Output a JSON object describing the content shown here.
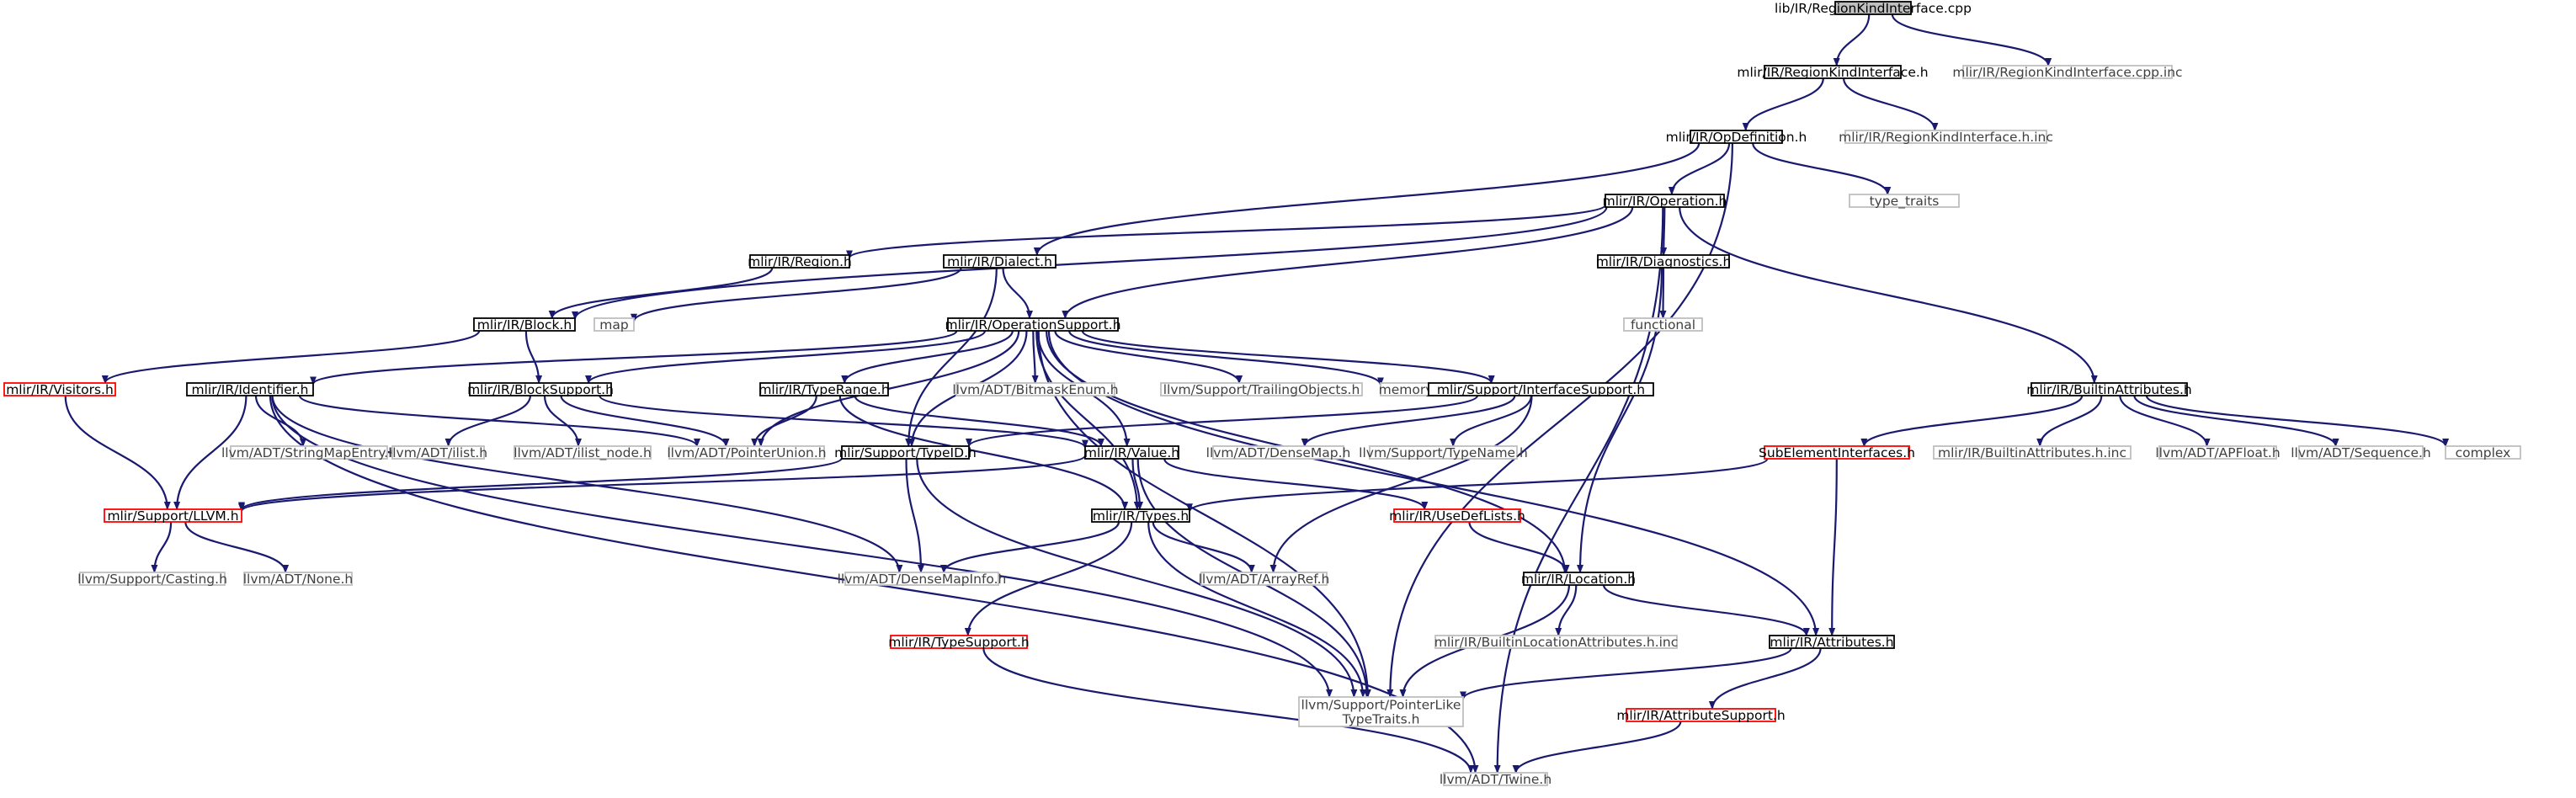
{
  "diagram": {
    "type": "include-dependency-graph",
    "colors": {
      "edge": "#191970",
      "root_fill": "#bfbfbf",
      "root_border": "#000000",
      "documented_border": "#000000",
      "truncated_border": "#ff0000",
      "external_border": "#bfbfbf",
      "external_text": "#404040",
      "text": "#000000"
    },
    "nodes": [
      {
        "id": "root",
        "label": "lib/IR/RegionKindInterface.cpp",
        "kind": "root"
      },
      {
        "id": "rki_h",
        "label": "mlir/IR/RegionKindInterface.h",
        "kind": "documented"
      },
      {
        "id": "rki_cpp_inc",
        "label": "mlir/IR/RegionKindInterface.cpp.inc",
        "kind": "external"
      },
      {
        "id": "opdef",
        "label": "mlir/IR/OpDefinition.h",
        "kind": "documented"
      },
      {
        "id": "rki_h_inc",
        "label": "mlir/IR/RegionKindInterface.h.inc",
        "kind": "external"
      },
      {
        "id": "operation",
        "label": "mlir/IR/Operation.h",
        "kind": "documented"
      },
      {
        "id": "type_traits",
        "label": "type_traits",
        "kind": "external"
      },
      {
        "id": "region",
        "label": "mlir/IR/Region.h",
        "kind": "documented"
      },
      {
        "id": "dialect",
        "label": "mlir/IR/Dialect.h",
        "kind": "documented"
      },
      {
        "id": "diagnostics",
        "label": "mlir/IR/Diagnostics.h",
        "kind": "documented"
      },
      {
        "id": "block",
        "label": "mlir/IR/Block.h",
        "kind": "documented"
      },
      {
        "id": "map",
        "label": "map",
        "kind": "external"
      },
      {
        "id": "opsupport",
        "label": "mlir/IR/OperationSupport.h",
        "kind": "documented"
      },
      {
        "id": "functional",
        "label": "functional",
        "kind": "external"
      },
      {
        "id": "visitors",
        "label": "mlir/IR/Visitors.h",
        "kind": "truncated"
      },
      {
        "id": "identifier",
        "label": "mlir/IR/Identifier.h",
        "kind": "documented"
      },
      {
        "id": "blocksupport",
        "label": "mlir/IR/BlockSupport.h",
        "kind": "documented"
      },
      {
        "id": "typerange",
        "label": "mlir/IR/TypeRange.h",
        "kind": "documented"
      },
      {
        "id": "bitmask",
        "label": "llvm/ADT/BitmaskEnum.h",
        "kind": "external"
      },
      {
        "id": "trailing",
        "label": "llvm/Support/TrailingObjects.h",
        "kind": "external"
      },
      {
        "id": "memory",
        "label": "memory",
        "kind": "external"
      },
      {
        "id": "ifacesupport",
        "label": "mlir/Support/InterfaceSupport.h",
        "kind": "documented"
      },
      {
        "id": "builtinattrs",
        "label": "mlir/IR/BuiltinAttributes.h",
        "kind": "documented"
      },
      {
        "id": "stringmapentry",
        "label": "llvm/ADT/StringMapEntry.h",
        "kind": "external"
      },
      {
        "id": "ilist",
        "label": "llvm/ADT/ilist.h",
        "kind": "external"
      },
      {
        "id": "ilistnode",
        "label": "llvm/ADT/ilist_node.h",
        "kind": "external"
      },
      {
        "id": "ptrunion",
        "label": "llvm/ADT/PointerUnion.h",
        "kind": "external"
      },
      {
        "id": "typeid",
        "label": "mlir/Support/TypeID.h",
        "kind": "documented"
      },
      {
        "id": "value",
        "label": "mlir/IR/Value.h",
        "kind": "documented"
      },
      {
        "id": "densemap",
        "label": "llvm/ADT/DenseMap.h",
        "kind": "external"
      },
      {
        "id": "typename",
        "label": "llvm/Support/TypeName.h",
        "kind": "external"
      },
      {
        "id": "subelem",
        "label": "SubElementInterfaces.h",
        "kind": "truncated"
      },
      {
        "id": "builtinattrs_inc",
        "label": "mlir/IR/BuiltinAttributes.h.inc",
        "kind": "external"
      },
      {
        "id": "apfloat",
        "label": "llvm/ADT/APFloat.h",
        "kind": "external"
      },
      {
        "id": "sequence",
        "label": "llvm/ADT/Sequence.h",
        "kind": "external"
      },
      {
        "id": "complex",
        "label": "complex",
        "kind": "external"
      },
      {
        "id": "llvm_h",
        "label": "mlir/Support/LLVM.h",
        "kind": "truncated"
      },
      {
        "id": "types",
        "label": "mlir/IR/Types.h",
        "kind": "documented"
      },
      {
        "id": "usedef",
        "label": "mlir/IR/UseDefLists.h",
        "kind": "truncated"
      },
      {
        "id": "casting",
        "label": "llvm/Support/Casting.h",
        "kind": "external"
      },
      {
        "id": "none",
        "label": "llvm/ADT/None.h",
        "kind": "external"
      },
      {
        "id": "densemapinfo",
        "label": "llvm/ADT/DenseMapInfo.h",
        "kind": "external"
      },
      {
        "id": "arrayref",
        "label": "llvm/ADT/ArrayRef.h",
        "kind": "external"
      },
      {
        "id": "location",
        "label": "mlir/IR/Location.h",
        "kind": "documented"
      },
      {
        "id": "typesupport",
        "label": "mlir/IR/TypeSupport.h",
        "kind": "truncated"
      },
      {
        "id": "builtinloc_inc",
        "label": "mlir/IR/BuiltinLocationAttributes.h.inc",
        "kind": "external"
      },
      {
        "id": "attributes",
        "label": "mlir/IR/Attributes.h",
        "kind": "documented"
      },
      {
        "id": "ptrlike",
        "label": [
          "llvm/Support/PointerLike",
          "TypeTraits.h"
        ],
        "kind": "external"
      },
      {
        "id": "attrsupport",
        "label": "mlir/IR/AttributeSupport.h",
        "kind": "truncated"
      },
      {
        "id": "twine",
        "label": "llvm/ADT/Twine.h",
        "kind": "external"
      }
    ],
    "edges": [
      [
        "root",
        "rki_h"
      ],
      [
        "root",
        "rki_cpp_inc"
      ],
      [
        "rki_h",
        "opdef"
      ],
      [
        "rki_h",
        "rki_h_inc"
      ],
      [
        "opdef",
        "operation"
      ],
      [
        "opdef",
        "type_traits"
      ],
      [
        "opdef",
        "dialect"
      ],
      [
        "opdef",
        "ptrlike"
      ],
      [
        "operation",
        "region"
      ],
      [
        "operation",
        "block"
      ],
      [
        "operation",
        "diagnostics"
      ],
      [
        "operation",
        "opsupport"
      ],
      [
        "operation",
        "builtinattrs"
      ],
      [
        "operation",
        "twine"
      ],
      [
        "region",
        "block"
      ],
      [
        "dialect",
        "map"
      ],
      [
        "dialect",
        "opsupport"
      ],
      [
        "dialect",
        "typeid"
      ],
      [
        "diagnostics",
        "functional"
      ],
      [
        "diagnostics",
        "location"
      ],
      [
        "block",
        "visitors"
      ],
      [
        "block",
        "blocksupport"
      ],
      [
        "opsupport",
        "identifier"
      ],
      [
        "opsupport",
        "blocksupport"
      ],
      [
        "opsupport",
        "typerange"
      ],
      [
        "opsupport",
        "bitmask"
      ],
      [
        "opsupport",
        "trailing"
      ],
      [
        "opsupport",
        "memory"
      ],
      [
        "opsupport",
        "ifacesupport"
      ],
      [
        "opsupport",
        "ptrunion"
      ],
      [
        "opsupport",
        "value"
      ],
      [
        "opsupport",
        "types"
      ],
      [
        "opsupport",
        "location"
      ],
      [
        "opsupport",
        "attributes"
      ],
      [
        "opsupport",
        "ptrlike"
      ],
      [
        "opsupport",
        "typeid"
      ],
      [
        "visitors",
        "llvm_h"
      ],
      [
        "identifier",
        "stringmapentry"
      ],
      [
        "identifier",
        "ptrunion"
      ],
      [
        "identifier",
        "llvm_h"
      ],
      [
        "identifier",
        "densemapinfo"
      ],
      [
        "identifier",
        "ptrlike"
      ],
      [
        "identifier",
        "twine"
      ],
      [
        "blocksupport",
        "ilist"
      ],
      [
        "blocksupport",
        "ilistnode"
      ],
      [
        "blocksupport",
        "ptrunion"
      ],
      [
        "blocksupport",
        "value"
      ],
      [
        "typerange",
        "ptrunion"
      ],
      [
        "typerange",
        "value"
      ],
      [
        "typerange",
        "types"
      ],
      [
        "ifacesupport",
        "typeid"
      ],
      [
        "ifacesupport",
        "densemap"
      ],
      [
        "ifacesupport",
        "typename"
      ],
      [
        "ifacesupport",
        "arrayref"
      ],
      [
        "builtinattrs",
        "subelem"
      ],
      [
        "builtinattrs",
        "builtinattrs_inc"
      ],
      [
        "builtinattrs",
        "apfloat"
      ],
      [
        "builtinattrs",
        "sequence"
      ],
      [
        "builtinattrs",
        "complex"
      ],
      [
        "typeid",
        "llvm_h"
      ],
      [
        "typeid",
        "densemapinfo"
      ],
      [
        "typeid",
        "ptrlike"
      ],
      [
        "value",
        "types"
      ],
      [
        "value",
        "usedef"
      ],
      [
        "value",
        "llvm_h"
      ],
      [
        "value",
        "ptrlike"
      ],
      [
        "subelem",
        "types"
      ],
      [
        "subelem",
        "attributes"
      ],
      [
        "llvm_h",
        "casting"
      ],
      [
        "llvm_h",
        "none"
      ],
      [
        "types",
        "typesupport"
      ],
      [
        "types",
        "arrayref"
      ],
      [
        "types",
        "densemapinfo"
      ],
      [
        "types",
        "ptrlike"
      ],
      [
        "usedef",
        "location"
      ],
      [
        "location",
        "builtinloc_inc"
      ],
      [
        "location",
        "attributes"
      ],
      [
        "location",
        "ptrlike"
      ],
      [
        "typesupport",
        "twine"
      ],
      [
        "attributes",
        "attrsupport"
      ],
      [
        "attributes",
        "ptrlike"
      ],
      [
        "attrsupport",
        "twine"
      ]
    ]
  }
}
